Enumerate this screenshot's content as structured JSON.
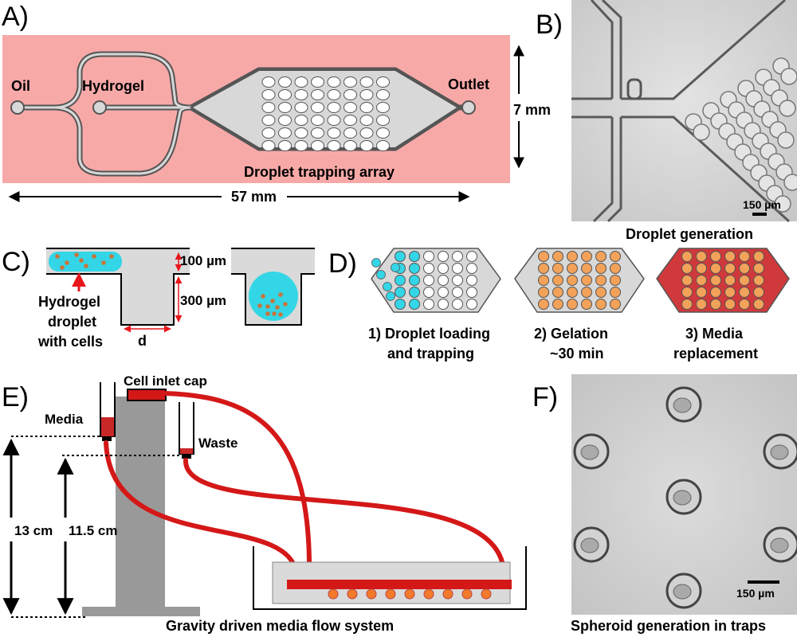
{
  "panels": {
    "a": "A)",
    "b": "B)",
    "c": "C)",
    "d": "D)",
    "e": "E)",
    "f": "F)"
  },
  "panel_a": {
    "oil": "Oil",
    "hydrogel": "Hydrogel",
    "outlet": "Outlet",
    "array": "Droplet trapping array",
    "height": "7 mm",
    "width": "57 mm",
    "colors": {
      "chip": "#f7a9a8",
      "channel": "#d8d8d8"
    }
  },
  "panel_b": {
    "scale": "150 µm",
    "caption": "Droplet generation"
  },
  "panel_c": {
    "dim_top": "100 µm",
    "dim_depth": "300 µm",
    "droplet_line1": "Hydrogel",
    "droplet_line2": "droplet",
    "droplet_line3": "with cells",
    "d": "d",
    "colors": {
      "hydrogel": "#33d6e6",
      "cells": "#c8743a",
      "arrow": "#e8161b"
    }
  },
  "panel_d": {
    "step1_line1": "1) Droplet loading",
    "step1_line2": "and trapping",
    "step2_line1": "2) Gelation",
    "step2_line2": "~30 min",
    "step3_line1": "3) Media",
    "step3_line2": "replacement",
    "colors": {
      "chamber": "#d8d8d8",
      "media": "#d0393b",
      "gel": "#f3a25a"
    }
  },
  "panel_e": {
    "cell_inlet": "Cell inlet cap",
    "media": "Media",
    "waste": "Waste",
    "h1": "13 cm",
    "h2": "11.5 cm",
    "caption": "Gravity driven media flow system",
    "colors": {
      "tubing": "#d41818",
      "stand": "#999999"
    }
  },
  "panel_f": {
    "scale": "150 µm",
    "caption": "Spheroid generation  in traps"
  }
}
